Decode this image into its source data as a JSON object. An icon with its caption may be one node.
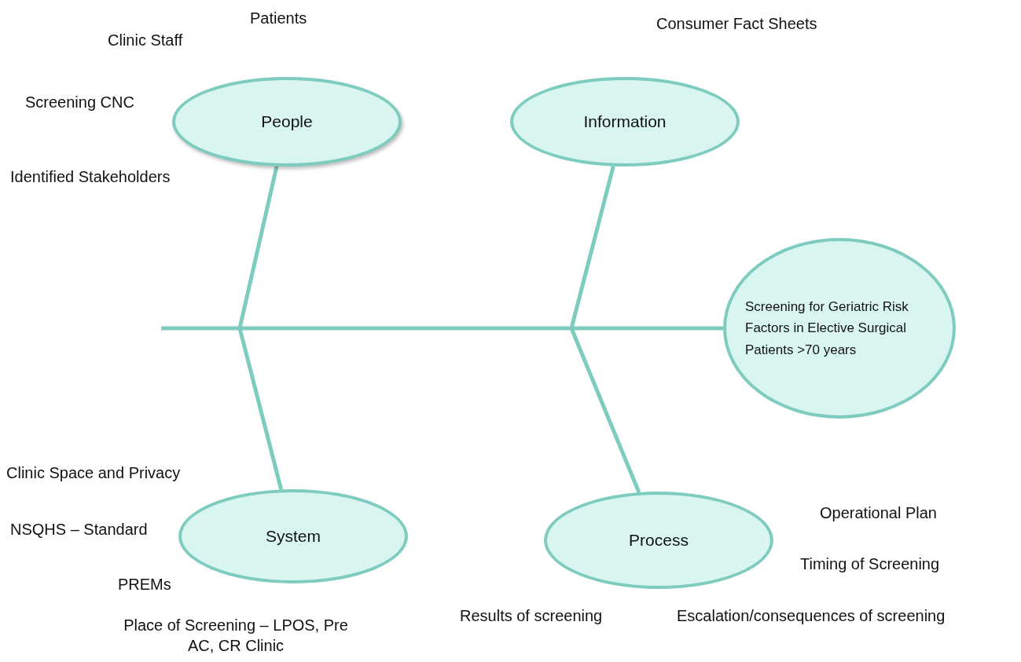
{
  "diagram": {
    "nodes": [
      {
        "text": [
          "People"
        ]
      },
      {
        "text": [
          "Information"
        ]
      },
      {
        "text": [
          "Screening for Geriatric Risk Factors in Elective Surgical Patients >70 years"
        ]
      },
      {
        "text": [
          "System"
        ]
      },
      {
        "text": [
          "Process"
        ]
      }
    ],
    "edges": [
      {
        "from": null,
        "to": 2,
        "arrow": "none"
      },
      {
        "from": 0,
        "to": null,
        "arrow": "none"
      },
      {
        "from": 1,
        "to": null,
        "arrow": "none"
      },
      {
        "from": 3,
        "to": null,
        "arrow": "none"
      },
      {
        "from": 4,
        "to": null,
        "arrow": "none"
      }
    ],
    "labels": [
      "Patients",
      "Consumer Fact Sheets",
      "Clinic Staff",
      "Screening CNC",
      "Identified Stakeholders",
      "Clinic Space and Privacy",
      "Operational Plan",
      "NSQHS – Standard",
      "Timing of Screening",
      "PREMs",
      "Results of screening",
      "Escalation/consequences of screening",
      "Place of Screening – LPOS, Pre AC, CR Clinic"
    ]
  }
}
